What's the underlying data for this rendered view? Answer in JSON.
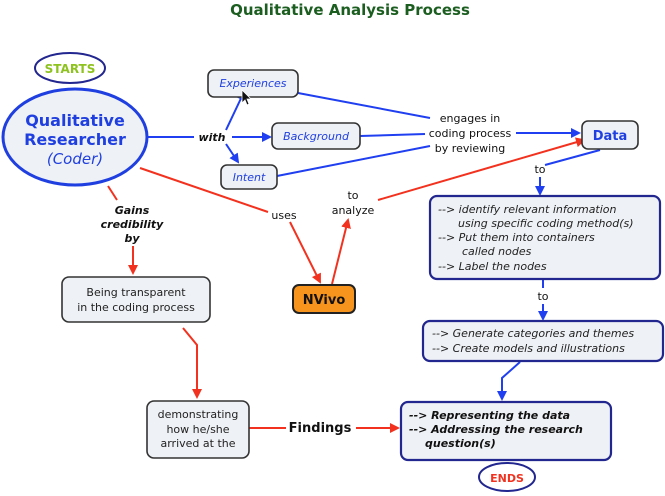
{
  "title": "Qualitative Analysis Process",
  "colors": {
    "blue_links": "#1f3ff0",
    "red_links": "#f2321f",
    "nvivo": "#f7941d",
    "start": "#8dc21f",
    "end": "#f2321f",
    "title": "#1b5e20"
  },
  "nodes": {
    "starts": "STARTS",
    "researcher": {
      "line1": "Qualitative",
      "line2": "Researcher",
      "line3": "(Coder)"
    },
    "experiences": "Experiences",
    "background": "Background",
    "intent": "Intent",
    "data": "Data",
    "coding_steps": [
      "--> identify relevant information",
      "using specific coding method(s)",
      "--> Put them into containers",
      "called nodes",
      "--> Label the nodes"
    ],
    "categories": [
      "--> Generate categories and themes",
      "--> Create models and illustrations"
    ],
    "outcome": [
      "--> Representing the data",
      "--> Addressing the research",
      "question(s)"
    ],
    "ends": "ENDS",
    "transparent": [
      "Being transparent",
      "in the coding process"
    ],
    "demonstrating": [
      "demonstrating",
      "how he/she",
      "arrived at the"
    ],
    "nvivo": "NVivo"
  },
  "links": {
    "with": "with",
    "engages": [
      "engages in",
      "coding process",
      "by reviewing"
    ],
    "to1": "to",
    "to2": "to",
    "uses": "uses",
    "to_analyze": [
      "to",
      "analyze"
    ],
    "gains": [
      "Gains",
      "credibility",
      "by"
    ],
    "findings": "Findings"
  }
}
